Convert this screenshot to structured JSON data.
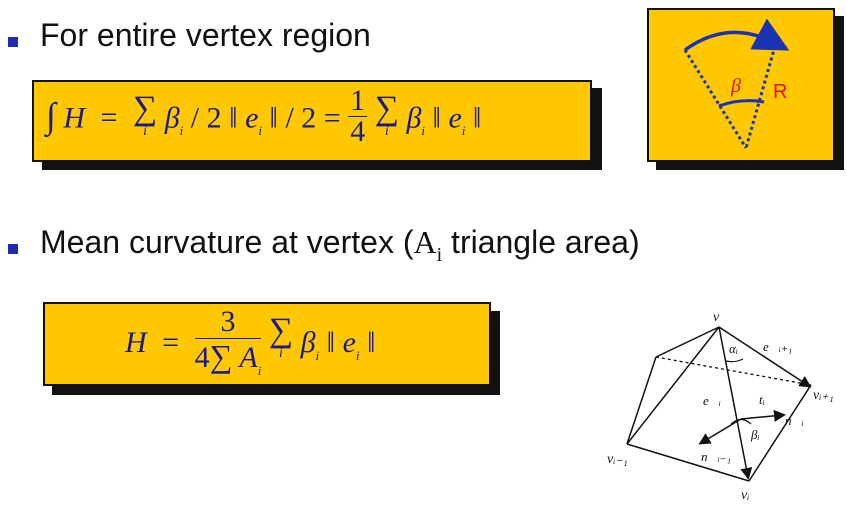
{
  "bullets": {
    "first": "For entire vertex region",
    "second_prefix": "Mean curvature at vertex (",
    "second_area": "A",
    "second_area_sub": "i",
    "second_suffix": " triangle area)"
  },
  "formula1": {
    "integral": "∫",
    "lhs": "H",
    "eq1": "=",
    "sum": "∑",
    "sum_index": "i",
    "term_beta": "β",
    "term_beta_sub": "i",
    "div2a": "/ 2 ‖",
    "term_e": "e",
    "term_e_sub": "i",
    "div2b": "‖ / 2 =",
    "frac_num": "1",
    "frac_den": "4",
    "sum2": "∑",
    "sum2_index": "i",
    "term2_beta": "β",
    "term2_beta_sub": "i",
    "norm_open": "‖",
    "term2_e": "e",
    "term2_e_sub": "i",
    "norm_close": "‖"
  },
  "formula2": {
    "lhs": "H",
    "eq": "=",
    "frac_num": "3",
    "frac_den_4": "4",
    "frac_den_sum": "∑",
    "frac_den_A": "A",
    "frac_den_A_sub": "i",
    "sum": "∑",
    "sum_index": "i",
    "beta": "β",
    "beta_sub": "i",
    "norm_open": "‖",
    "e": "e",
    "e_sub": "i",
    "norm_close": "‖"
  },
  "angle_diagram": {
    "beta_label": "β",
    "r_label": "R"
  },
  "pyramid_diagram": {
    "v": "v",
    "alpha_i": "αᵢ",
    "e_i1": "e⃗ᵢ₊₁",
    "v_i1": "vᵢ₊₁",
    "e_i": "e⃗ᵢ",
    "t_i": "tᵢ",
    "n_i": "n⃗ᵢ",
    "beta_i": "βᵢ",
    "n_i_minus": "n⃗ᵢ₋₁",
    "v_i_minus": "vᵢ₋₁",
    "v_i": "vᵢ"
  },
  "colors": {
    "box_fill": "#ffc800",
    "bullet": "#1e2bb3",
    "math_text": "#1a1a8c",
    "arc_blue": "#1a33b3",
    "label_red": "#e01010"
  }
}
